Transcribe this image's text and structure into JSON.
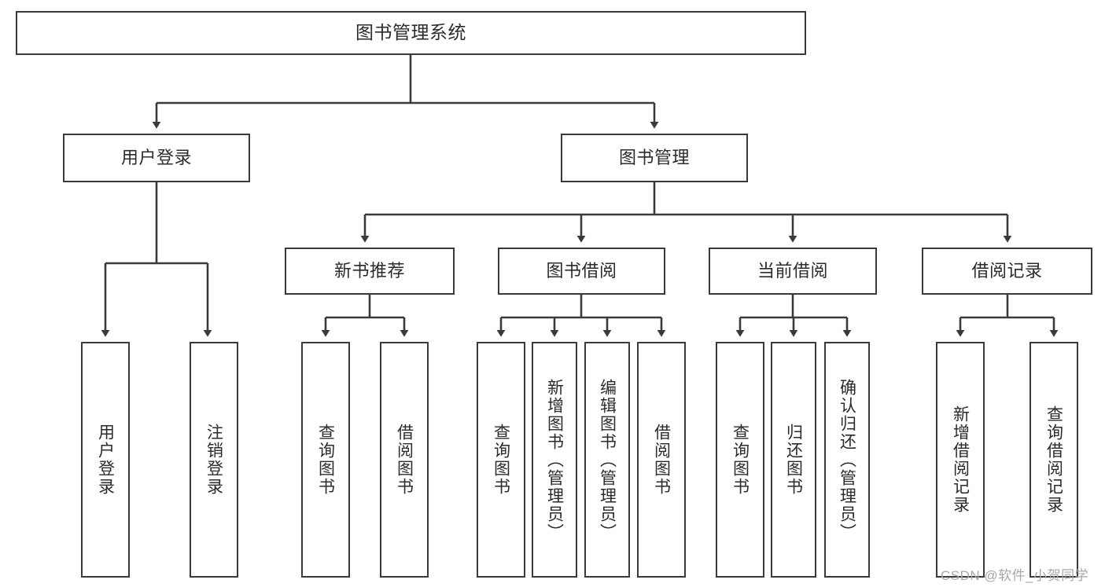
{
  "diagram": {
    "title": "图书管理系统",
    "type": "tree-hierarchy-chart",
    "line_color": "#3a3a3a",
    "box_fill": "#ffffff",
    "text_color": "#2b2b2b"
  },
  "nodes": {
    "root": {
      "label": "图书管理系统"
    },
    "level2": [
      {
        "label": "用户登录"
      },
      {
        "label": "图书管理"
      }
    ],
    "level3": [
      {
        "label": "新书推荐"
      },
      {
        "label": "图书借阅"
      },
      {
        "label": "当前借阅"
      },
      {
        "label": "借阅记录"
      }
    ],
    "leaves_user_login": [
      {
        "label": "用户登录"
      },
      {
        "label": "注销登录"
      }
    ],
    "leaves_new_book": [
      {
        "label": "查询图书"
      },
      {
        "label": "借阅图书"
      }
    ],
    "leaves_borrow": [
      {
        "label": "查询图书"
      },
      {
        "label": "新增图书（管理员）"
      },
      {
        "label": "编辑图书（管理员）"
      },
      {
        "label": "借阅图书"
      }
    ],
    "leaves_current": [
      {
        "label": "查询图书"
      },
      {
        "label": "归还图书"
      },
      {
        "label": "确认归还（管理员）"
      }
    ],
    "leaves_record": [
      {
        "label": "新增借阅记录"
      },
      {
        "label": "查询借阅记录"
      }
    ]
  },
  "watermark": {
    "text": "CSDN @软件_小贺同学"
  }
}
